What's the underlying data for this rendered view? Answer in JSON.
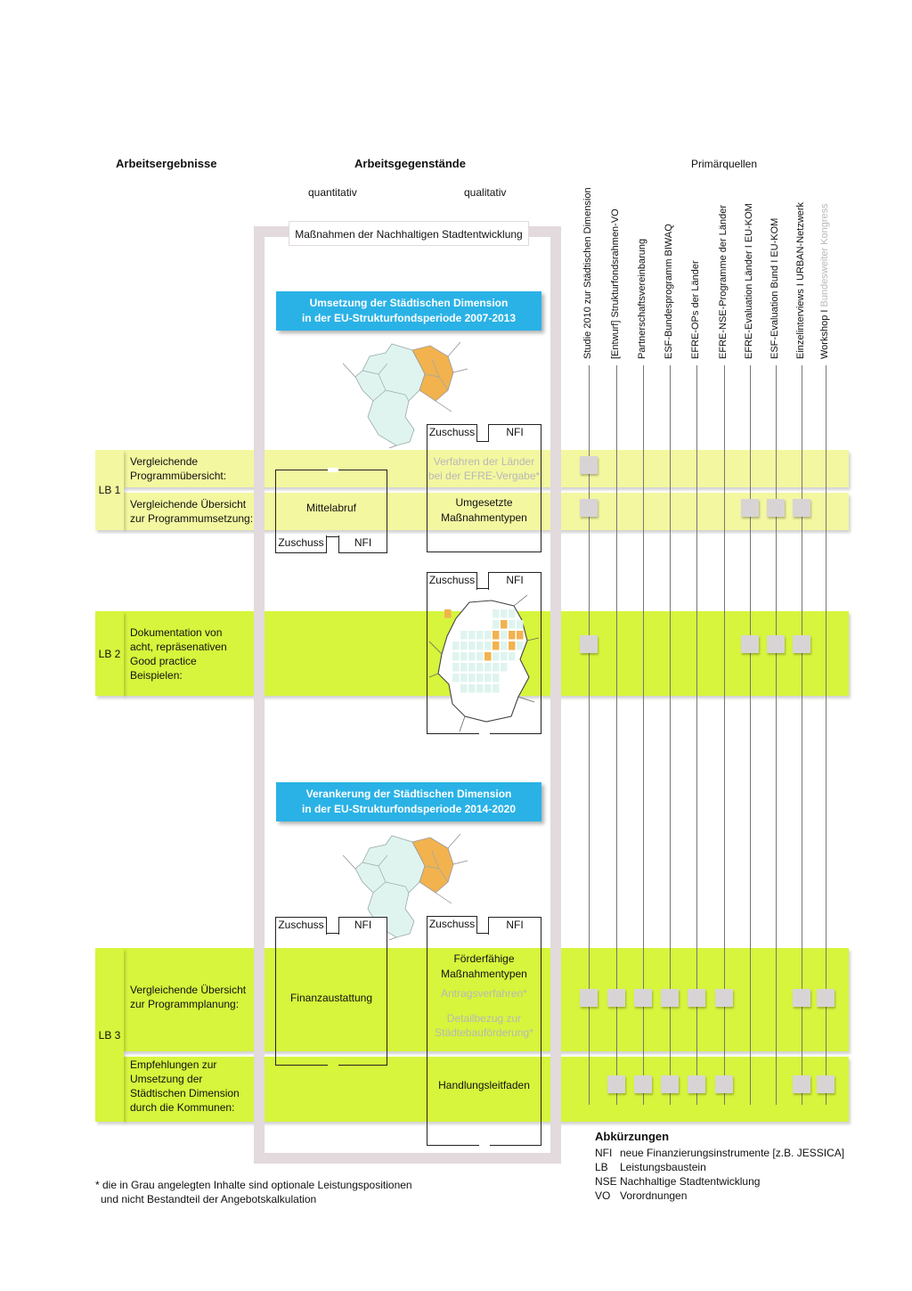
{
  "headers": {
    "arbeitsergebnisse": "Arbeitsergebnisse",
    "arbeitsgegenstaende": "Arbeitsgegenstände",
    "quantitativ": "quantitativ",
    "qualitativ": "qualitativ",
    "primaerquellen": "Primärquellen"
  },
  "frame_title": "Maßnahmen der Nachhaltigen Stadtentwicklung",
  "banners": {
    "period1_line1": "Umsetzung der Städtischen Dimension",
    "period1_line2": "in der EU-Strukturfondsperiode 2007-2013",
    "period2_line1": "Verankerung der Städtischen Dimension",
    "period2_line2": "in der EU-Strukturfondsperiode 2014-2020"
  },
  "lb_labels": {
    "lb1": "LB 1",
    "lb2": "LB 2",
    "lb3": "LB 3"
  },
  "rows": {
    "r1_l1": "Vergleichende",
    "r1_l2": "Programmübersicht:",
    "r2_l1": "Vergleichende Übersicht",
    "r2_l2": "zur Programmumsetzung:",
    "r3_l1": "Dokumentation von",
    "r3_l2": "acht, repräsenativen",
    "r3_l3": "Good practice",
    "r3_l4": "Beispielen:",
    "r4_l1": "Vergleichende Übersicht",
    "r4_l2": "zur Programmplanung:",
    "r5_l1": "Empfehlungen zur",
    "r5_l2": "Umsetzung der",
    "r5_l3": "Städtischen Dimension",
    "r5_l4": "durch die Kommunen:"
  },
  "boxes": {
    "zuschuss": "Zuschuss",
    "nfi": "NFI",
    "verfahren_l1": "Verfahren der Länder",
    "verfahren_l2": "bei der EFRE-Vergabe*",
    "mittelabruf": "Mittelabruf",
    "umgesetzte_l1": "Umgesetzte",
    "umgesetzte_l2": "Maßnahmentypen",
    "foerderfaehige_l1": "Förderfähige",
    "foerderfaehige_l2": "Maßnahmentypen",
    "antragsverfahren": "Antragsverfahren*",
    "detail_l1": "Detailbezug zur",
    "detail_l2": "Städtebauförderung*",
    "finanzaustattung": "Finanzaustattung",
    "handlungsleitfaden": "Handlungsleitfaden"
  },
  "sources": [
    {
      "label": "Studie 2010 zur Städtischen Dimension",
      "grey": ""
    },
    {
      "label": "[Entwurf] Strukturfondsrahmen-VO",
      "grey": ""
    },
    {
      "label": "Partnerschaftsvereinbarung",
      "grey": ""
    },
    {
      "label": "ESF-Bundesprogramm BIWAQ",
      "grey": ""
    },
    {
      "label": "EFRE-OPs der Länder",
      "grey": ""
    },
    {
      "label": "EFRE-NSE-Programme der Länder",
      "grey": ""
    },
    {
      "label": "EFRE-Evaluation Länder I EU-KOM",
      "grey": ""
    },
    {
      "label": "ESF-Evaluation Bund I EU-KOM",
      "grey": ""
    },
    {
      "label": "Einzelinterviews I URBAN-Netzwerk",
      "grey": ""
    },
    {
      "label": "Workshop I ",
      "grey": "Bundesweiter Kongress"
    }
  ],
  "footnote": {
    "line1": "* die in Grau angelegten Inhalte sind optionale Leistungspositionen",
    "line2": "und nicht Bestandteil der Angebotskalkulation"
  },
  "abbreviations": {
    "title": "Abkürzungen",
    "items": [
      {
        "abbr": "NFI",
        "text": "neue Finanzierungsinstrumente [z.B. JESSICA]"
      },
      {
        "abbr": "LB",
        "text": "Leistungsbaustein"
      },
      {
        "abbr": "NSE",
        "text": "Nachhaltige Stadtentwicklung"
      },
      {
        "abbr": "VO",
        "text": "Vorordnungen"
      }
    ]
  },
  "colors": {
    "lb1_band": "#f3f7a0",
    "lb2_band": "#d6f53c",
    "lb3_band": "#d6f53c",
    "banner": "#2ab2e6",
    "frame": "#e2dadd",
    "map_west": "#dff4ef",
    "map_east": "#f2b24e",
    "source_square": "#d8d4d6"
  },
  "marks": [
    {
      "row": 1,
      "sources": [
        1
      ]
    },
    {
      "row": 2,
      "sources": [
        1,
        7,
        8,
        9
      ]
    },
    {
      "row": 3,
      "sources": [
        1,
        7,
        8,
        9
      ]
    },
    {
      "row": 4,
      "sources": [
        1,
        2,
        3,
        4,
        5,
        6,
        9,
        10
      ]
    },
    {
      "row": 5,
      "sources": [
        2,
        3,
        4,
        5,
        6,
        9,
        10
      ]
    }
  ]
}
